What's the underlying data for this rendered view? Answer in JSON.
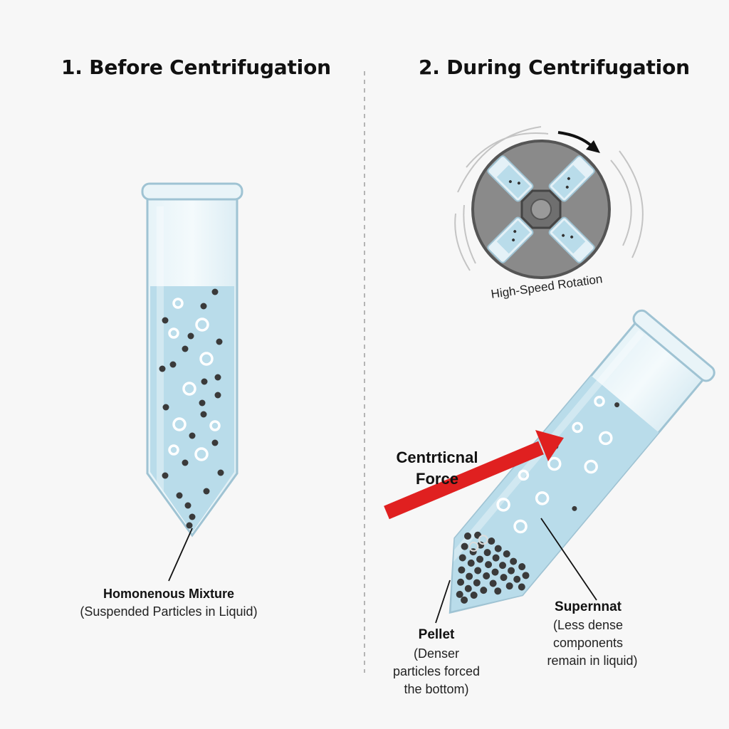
{
  "panels": {
    "before": {
      "title": "1. Before Centrifugation",
      "label_title": "Homonenous Mixture",
      "label_sub": "(Suspended Particles in Liquid)"
    },
    "during": {
      "title": "2. During Centrifugation",
      "rotation_label": "High-Speed Rotation",
      "force_line1": "Centrticnal",
      "force_line2": "Force",
      "pellet_title": "Pellet",
      "pellet_line1": "(Denser",
      "pellet_line2": "particles forced",
      "pellet_line3": "the bottom)",
      "super_title": "Supernnat",
      "super_line1": "(Less dense",
      "super_line2": "components",
      "super_line3": "remain in liquid)"
    }
  },
  "colors": {
    "liquid": "#b9dcea",
    "glass": "#dbeef6",
    "glass_edge": "#9fc3d3",
    "rotor": "#8a8a8a",
    "force_arrow": "#e02020",
    "dark_particle": "#3a3a3a"
  },
  "icons": {
    "rotation": "curved-arrow-icon",
    "force": "red-arrow-icon"
  }
}
